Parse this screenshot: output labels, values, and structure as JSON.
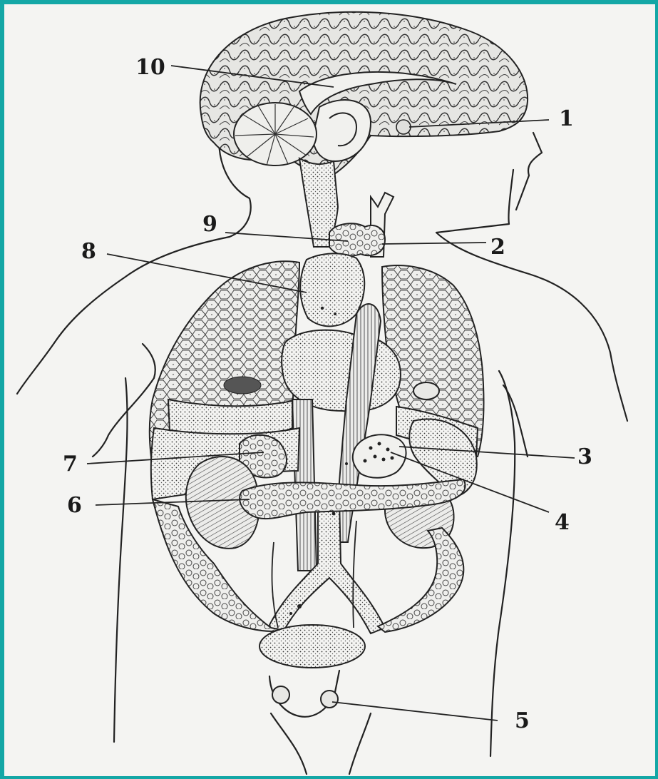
{
  "labels": [
    {
      "id": "1",
      "text": "1"
    },
    {
      "id": "2",
      "text": "2"
    },
    {
      "id": "3",
      "text": "3"
    },
    {
      "id": "4",
      "text": "4"
    },
    {
      "id": "5",
      "text": "5"
    },
    {
      "id": "6",
      "text": "6"
    },
    {
      "id": "7",
      "text": "7"
    },
    {
      "id": "8",
      "text": "8"
    },
    {
      "id": "9",
      "text": "9"
    },
    {
      "id": "10",
      "text": "10"
    }
  ],
  "colors": {
    "frame": "#14a7a6",
    "paper": "#f4f4f2",
    "ink": "#222222"
  }
}
